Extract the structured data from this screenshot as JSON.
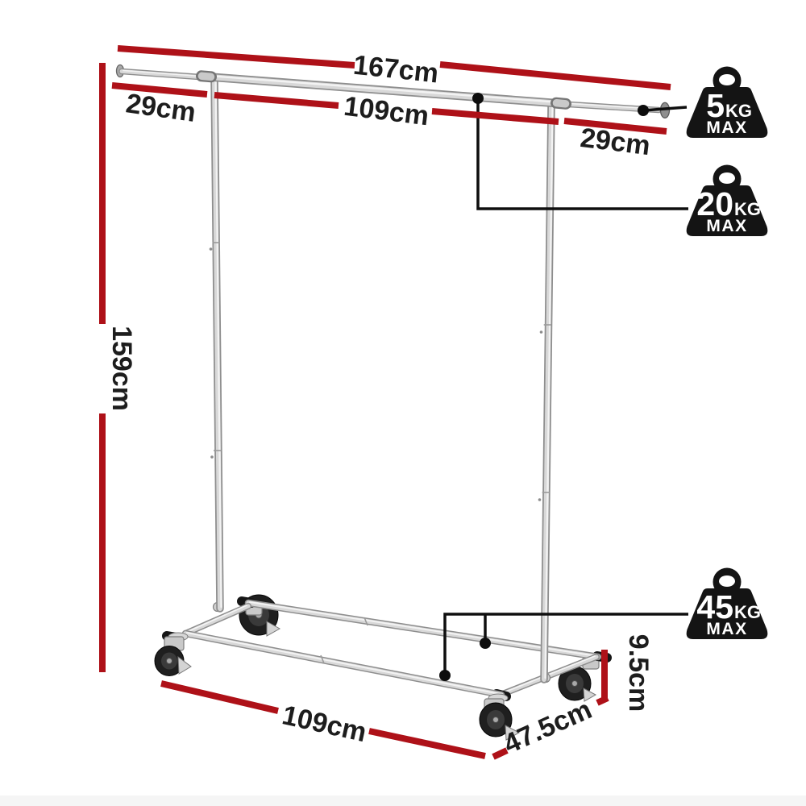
{
  "palette": {
    "dimension_red": "#ae1118",
    "label_color": "#1d1d1d",
    "icon_black": "#141414",
    "icon_text": "#ffffff",
    "bg": "#ffffff"
  },
  "labels": {
    "total_width": "167cm",
    "left_arm": "29cm",
    "center_rail": "109cm",
    "right_arm": "29cm",
    "height": "159cm",
    "base_length": "109cm",
    "base_depth": "47.5cm",
    "base_height": "9.5cm"
  },
  "weights": {
    "arm": {
      "value": "5",
      "unit": "KG",
      "max": "MAX"
    },
    "rail": {
      "value": "20",
      "unit": "KG",
      "max": "MAX"
    },
    "base": {
      "value": "45",
      "unit": "KG",
      "max": "MAX"
    }
  }
}
